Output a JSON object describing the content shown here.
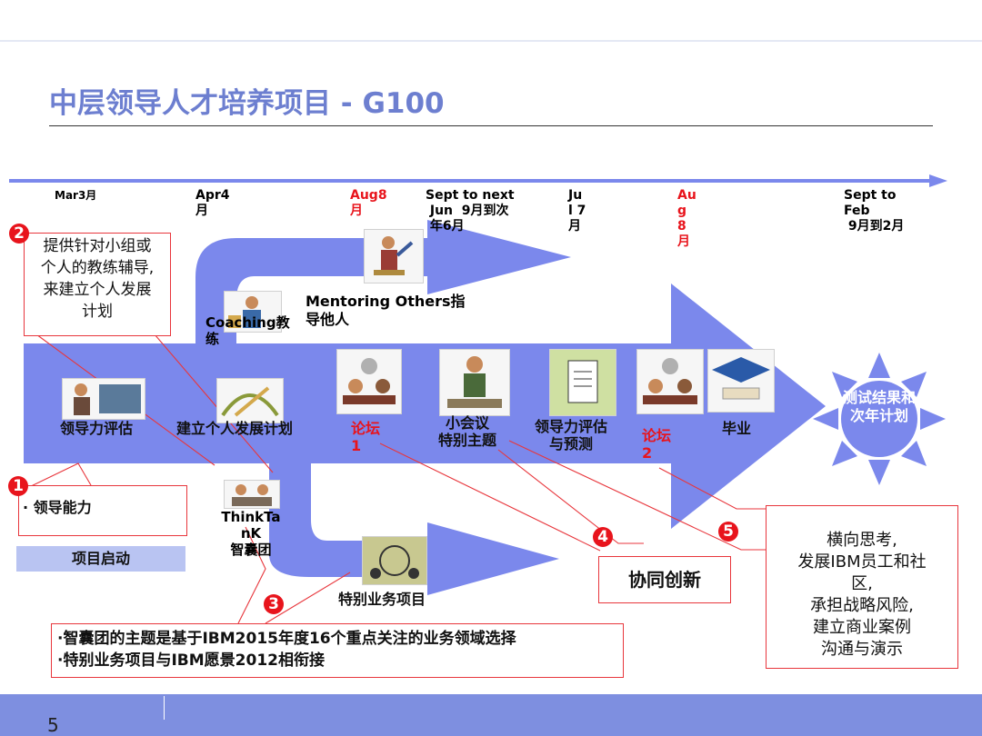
{
  "title": "中层领导人才培养项目 - G100",
  "timeline": {
    "months": [
      "Mar3月",
      "Apr4\n月",
      "Aug8\n月",
      "Sept to next\n Jun  9月到次\n 年6月",
      "Ju\nl 7\n月",
      "Au\ng\n8\n月",
      "Sept to\nFeb\n 9月到2月"
    ]
  },
  "top_arrow": {
    "label": "Mentoring Others指\n导他人"
  },
  "coaching": {
    "label": "Coaching教\n练"
  },
  "main_arrow": {
    "items": [
      {
        "label": "领导力评估"
      },
      {
        "label": "建立个人发展计划"
      },
      {
        "label": "论坛\n1"
      },
      {
        "label": "小会议\n特别主题"
      },
      {
        "label": "领导力评估\n与预测"
      },
      {
        "label": "论坛\n2"
      },
      {
        "label": "毕业"
      }
    ]
  },
  "sun": {
    "label": "测试结果和\n次年计划"
  },
  "callouts": {
    "c1": {
      "badge": "1",
      "text": "· 领导能力"
    },
    "c2": {
      "badge": "2",
      "text": "提供针对小组或\n个人的教练辅导,\n来建立个人发展\n计划"
    },
    "c3": {
      "badge": "3",
      "text": "·智囊团的主题是基于IBM2015年度16个重点关注的业务领域选择\n·特别业务项目与IBM愿景2012相衔接"
    },
    "c4": {
      "badge": "4",
      "text": "协同创新"
    },
    "c5": {
      "badge": "5",
      "text": "横向思考,\n发展IBM员工和社\n区,\n承担战略风险,\n建立商业案例\n沟通与演示"
    }
  },
  "project_start": {
    "label": "项目启动"
  },
  "think_tank": {
    "label": "ThinkTa\nnK\n智囊团"
  },
  "special_project": {
    "label": "特别业务项目"
  },
  "page_number": "5",
  "colors": {
    "arrow": "#7b88ec",
    "accent_red": "#e8141c",
    "title": "#6d7fd0",
    "footer": "#7e8fe0",
    "project_start": "#b9c4f2"
  }
}
